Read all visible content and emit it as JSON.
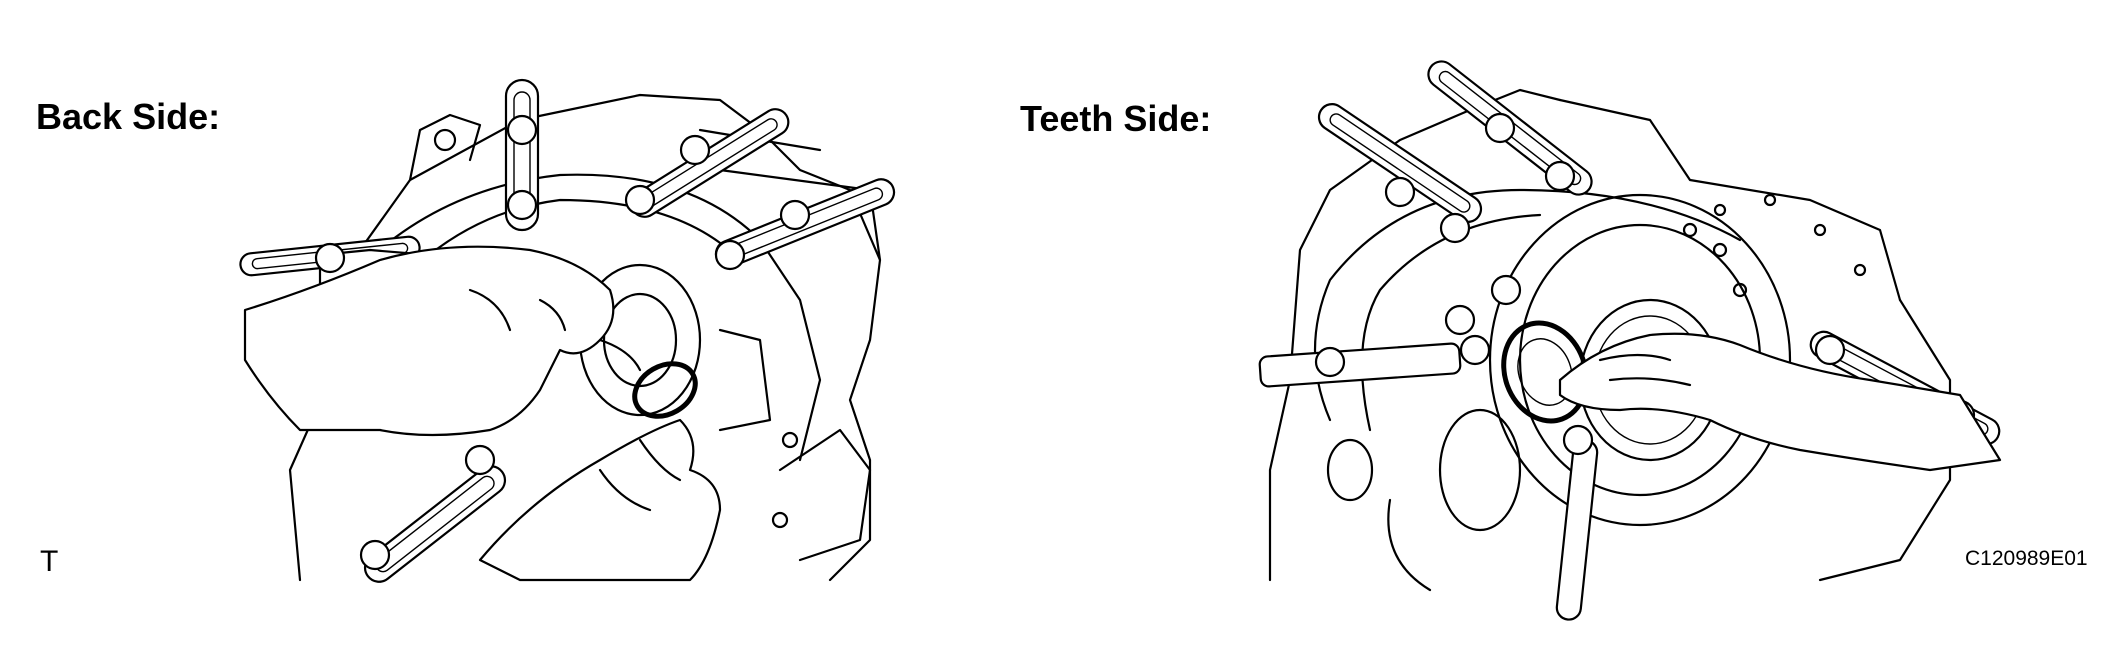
{
  "figure": {
    "panels": [
      {
        "label": "Back Side:"
      },
      {
        "label": "Teeth Side:"
      }
    ],
    "corner_mark": "T",
    "figure_code": "C120989E01"
  }
}
